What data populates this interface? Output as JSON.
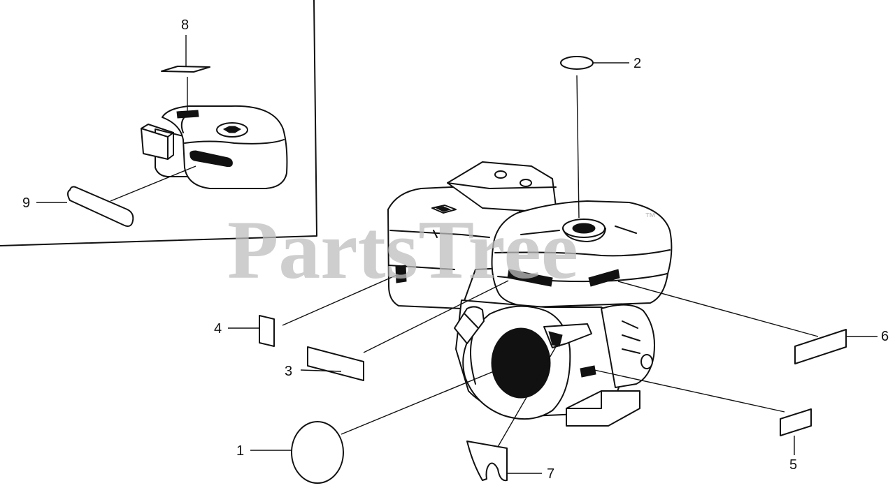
{
  "watermark": {
    "text": "PartsTree",
    "trademark": "™"
  },
  "callouts": [
    {
      "id": "1",
      "label": "1"
    },
    {
      "id": "2",
      "label": "2"
    },
    {
      "id": "3",
      "label": "3"
    },
    {
      "id": "4",
      "label": "4"
    },
    {
      "id": "5",
      "label": "5"
    },
    {
      "id": "6",
      "label": "6"
    },
    {
      "id": "7",
      "label": "7"
    },
    {
      "id": "8",
      "label": "8"
    },
    {
      "id": "9",
      "label": "9"
    }
  ]
}
